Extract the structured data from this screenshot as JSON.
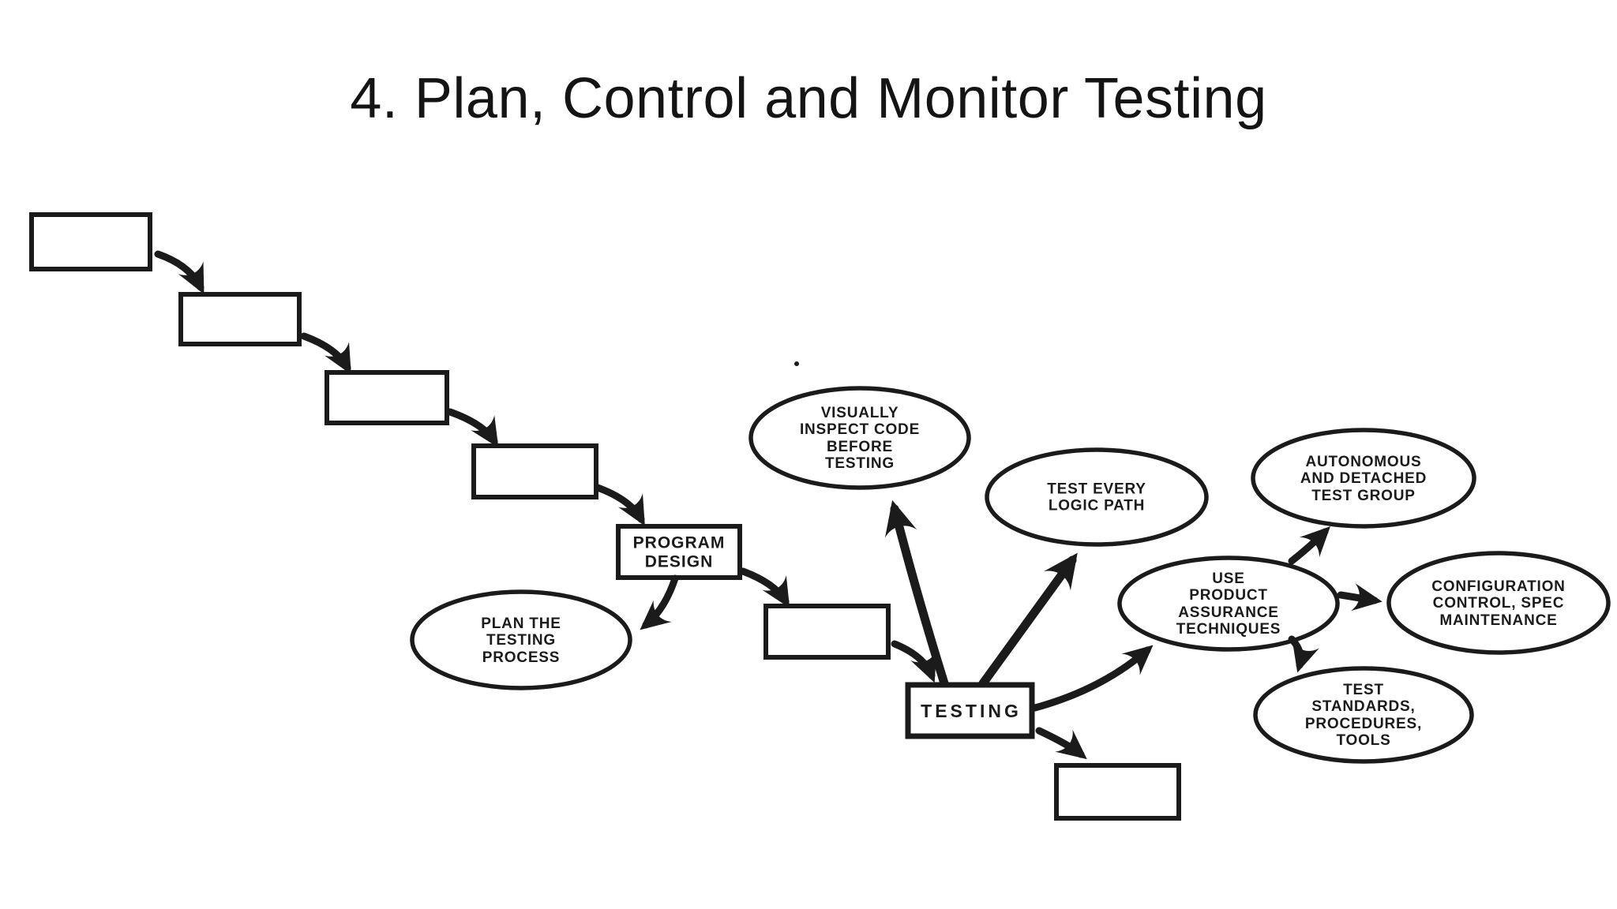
{
  "colors": {
    "ink": "#1b1b1b",
    "background": "#ffffff"
  },
  "slide": {
    "title": "4. Plan, Control and Monitor Testing"
  },
  "diagram": {
    "nodes": {
      "program_design": {
        "label": "PROGRAM\nDESIGN"
      },
      "testing": {
        "label": "TESTING"
      },
      "plan_testing_process": {
        "label": "PLAN THE\nTESTING\nPROCESS"
      },
      "visually_inspect_code": {
        "label": "VISUALLY\nINSPECT CODE\nBEFORE\nTESTING"
      },
      "test_every_logic_path": {
        "label": "TEST EVERY\nLOGIC PATH"
      },
      "use_product_assurance": {
        "label": "USE\nPRODUCT\nASSURANCE\nTECHNIQUES"
      },
      "autonomous_test_group": {
        "label": "AUTONOMOUS\nAND DETACHED\nTEST GROUP"
      },
      "configuration_control": {
        "label": "CONFIGURATION\nCONTROL, SPEC\nMAINTENANCE"
      },
      "test_standards": {
        "label": "TEST\nSTANDARDS,\nPROCEDURES,\nTOOLS"
      }
    },
    "unlabeled_waterfall_boxes": 6
  }
}
